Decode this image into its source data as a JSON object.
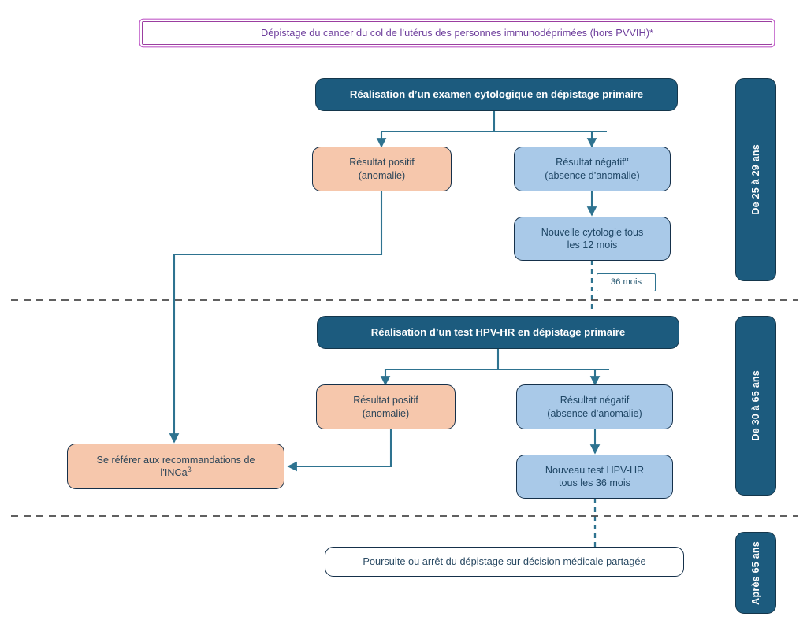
{
  "title": {
    "text": "Dépistage du cancer du col de l’utérus des personnes immunodéprimées (hors PVVIH)*",
    "border_color": "#9B3EA0",
    "text_color": "#6E3E9C"
  },
  "colors": {
    "header_bar": "#1C5B7E",
    "positive": "#F6C7AC",
    "negative": "#A9C9E8",
    "connector": "#2E7390",
    "outline": "#15304A",
    "divider": "#4A4A4A"
  },
  "sections": [
    {
      "id": "section-25-29",
      "age_label": "De 25 à 29 ans",
      "header": "Réalisation d’un examen cytologique en dépistage primaire",
      "positive": {
        "line1": "Résultat positif",
        "line2": "(anomalie)"
      },
      "negative": {
        "line1": "Résultat négatif",
        "sup": "α",
        "line2": "(absence d’anomalie)"
      },
      "followup": {
        "line1": "Nouvelle cytologie tous",
        "line2": "les 12 mois"
      },
      "interval_chip": "36 mois"
    },
    {
      "id": "section-30-65",
      "age_label": "De 30 à 65 ans",
      "header": "Réalisation d’un test HPV-HR en dépistage primaire",
      "positive": {
        "line1": "Résultat positif",
        "line2": "(anomalie)"
      },
      "negative": {
        "line1": "Résultat négatif",
        "line2": "(absence d’anomalie)"
      },
      "followup": {
        "line1": "Nouveau test HPV-HR",
        "line2": "tous les 36 mois"
      }
    },
    {
      "id": "section-apres-65",
      "age_label": "Après 65 ans",
      "outcome": "Poursuite ou arrêt du dépistage sur décision médicale partagée"
    }
  ],
  "referral": {
    "line1": "Se référer aux recommandations de",
    "line2": "l’INCa",
    "sup": "β"
  }
}
